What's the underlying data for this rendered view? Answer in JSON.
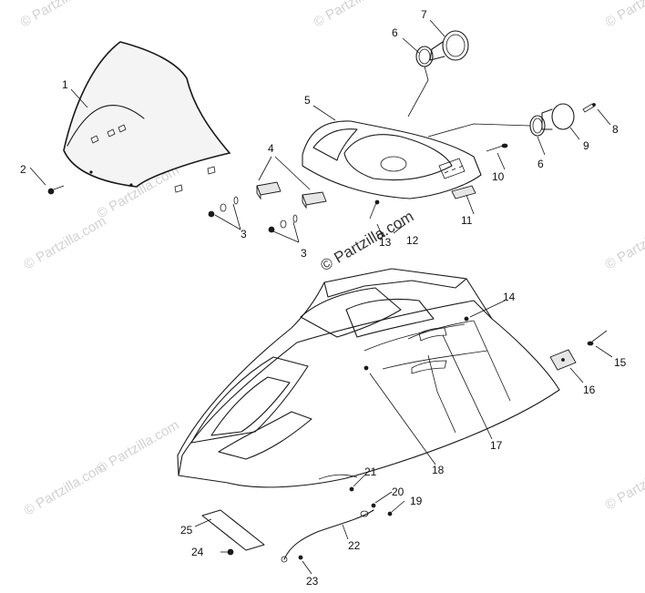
{
  "watermark": {
    "text": "© Partzilla.com",
    "color": "#d2d2d2"
  },
  "callouts": {
    "c1": "1",
    "c2": "2",
    "c3a": "3",
    "c3b": "3",
    "c4": "4",
    "c5": "5",
    "c6a": "6",
    "c6b": "6",
    "c7": "7",
    "c8": "8",
    "c9": "9",
    "c10": "10",
    "c11": "11",
    "c12": "12",
    "c13": "13",
    "c14": "14",
    "c15": "15",
    "c16": "16",
    "c17": "17",
    "c18": "18",
    "c19": "19",
    "c20": "20",
    "c21": "21",
    "c22": "22",
    "c23": "23",
    "c24": "24",
    "c25": "25"
  }
}
